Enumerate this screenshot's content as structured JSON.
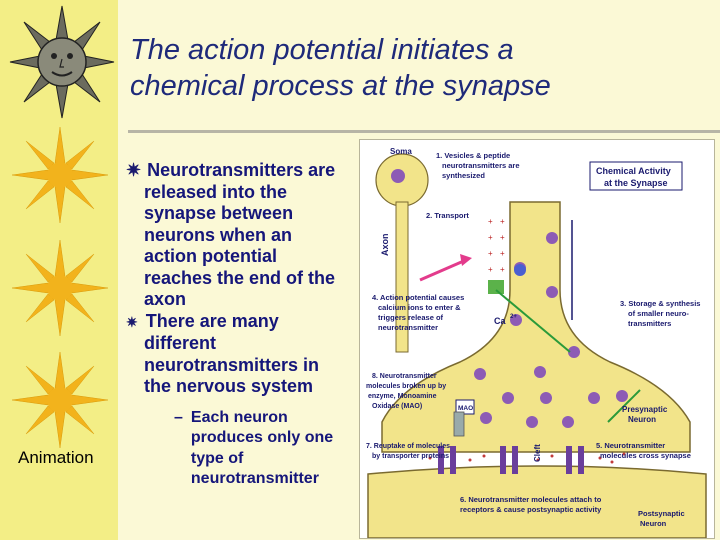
{
  "slide": {
    "title_line1": "The action potential initiates a",
    "title_line2": "chemical process at the synapse",
    "bullet1": "Neurotransmitters are released into the synapse between neurons when an action potential reaches the end of the axon",
    "bullet2": "There are many different neurotransmitters in the nervous system",
    "sub_bullet_marker": "–",
    "sub_bullet": "Each neuron produces only one type of neurotransmitter",
    "animation_link": "Animation"
  },
  "figure": {
    "soma": "Soma",
    "axon": "Axon",
    "panel_title_1": "Chemical Activity",
    "panel_title_2": "at the Synapse",
    "step1_1": "1. Vesicles & peptide",
    "step1_2": "neurotransmitters are",
    "step1_3": "synthesized",
    "step2": "2. Transport",
    "step3_1": "3. Storage & synthesis",
    "step3_2": "of smaller neuro-",
    "step3_3": "transmitters",
    "step4_1": "4. Action potential causes",
    "step4_2": "calcium ions to enter &",
    "step4_3": "triggers release of",
    "step4_4": "neurotransmitter",
    "ca": "Ca",
    "ca_sup": "2+",
    "step5_1": "5. Neurotransmitter",
    "step5_2": "molecules cross synapse",
    "step6_1": "6. Neurotransmitter molecules attach to",
    "step6_2": "receptors & cause postsynaptic activity",
    "step7_1": "7. Reuptake of molecules",
    "step7_2": "by transporter proteins",
    "step8_1": "8. Neurotransmitter",
    "step8_2": "molecules broken up by",
    "step8_3": "enzyme, Monoamine",
    "step8_4": "Oxidase (MAO)",
    "mao": "MAO",
    "presynaptic_1": "Presynaptic",
    "presynaptic_2": "Neuron",
    "postsynaptic_1": "Postsynaptic",
    "postsynaptic_2": "Neuron",
    "cleft": "Cleft"
  },
  "colors": {
    "title": "#1e2a7a",
    "bullet_text": "#15167a",
    "background": "#fbf9d6",
    "left_band": "#f3ee86",
    "neuron_fill": "#f2e48a",
    "vesicle": "#8d5bb5",
    "arrow_pink": "#e33b8c",
    "arrow_green": "#2b9a3a"
  },
  "icons": [
    "sun-face-logo-icon",
    "sun-burst-icon",
    "star-bullet-icon"
  ]
}
